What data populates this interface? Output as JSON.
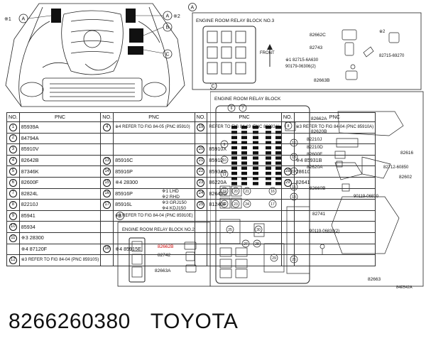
{
  "top_callouts": {
    "a_prefix": "※1",
    "a_letter": "A",
    "a2_prefix": "※2",
    "b_letter": "B",
    "c_letter": "C"
  },
  "box_a": {
    "letter": "A",
    "title": "ENGINE ROOM RELAY BLOCK NO.3",
    "front_label": "FRONT",
    "parts": [
      "82662C",
      "82743",
      "※1 82715-6A630",
      "90179-06306(2)",
      "82663B",
      "※2",
      "82715-69270"
    ]
  },
  "box_c": {
    "letter": "C",
    "title": "ENGINE ROOM RELAY BLOCK",
    "parts_left": [
      "82662A",
      "82620B",
      "82210J",
      "82210D",
      "82600F",
      "82620A",
      "82660B",
      "82741",
      "90119-06830(2)",
      "82663"
    ],
    "parts_right": [
      "82616",
      "82712-60850",
      "82602",
      "90119-06830"
    ],
    "fuse_numbers": [
      "6",
      "7",
      "9",
      "10",
      "11",
      "12",
      "13",
      "14",
      "15",
      "16",
      "17",
      "18",
      "19",
      "20",
      "21",
      "22",
      "23",
      "24",
      "25",
      "26",
      "27",
      "28",
      "29",
      "30",
      "8"
    ],
    "code": "84E542A"
  },
  "box_b": {
    "letter": "B",
    "title": "ENGINE ROOM RELAY BLOCK NO.2",
    "parts": [
      "82662B",
      "82742",
      "82663A"
    ]
  },
  "table": {
    "headers": [
      "NO.",
      "PNC",
      "NO.",
      "PNC",
      "NO.",
      "PNC",
      "NO.",
      "PNC"
    ],
    "rows": [
      [
        [
          "1",
          "85939A"
        ],
        [
          "4",
          "※4 REFER TO FIG 84-05 (PNC 85910)"
        ],
        [
          "19",
          "REFER TO FIG 84-19 (PNC 89293A)"
        ],
        [
          "",
          "※3 REFER TO FIG 84-04 (PNC 85910A)"
        ]
      ],
      [
        [
          "2",
          "84794A"
        ],
        [
          "",
          ""
        ],
        [
          "",
          ""
        ],
        [
          "",
          ""
        ]
      ],
      [
        [
          "3",
          "85910V"
        ],
        [
          "",
          ""
        ],
        [
          "20",
          "85910X"
        ],
        [
          "",
          ""
        ]
      ],
      [
        [
          "4",
          "82642B"
        ],
        [
          "13",
          "85916C"
        ],
        [
          "21",
          "85912"
        ],
        [
          "",
          "※4 85931B"
        ]
      ],
      [
        [
          "5",
          "87346K"
        ],
        [
          "14",
          "85916P"
        ],
        [
          "22",
          "85934A"
        ],
        [
          "28",
          "28610"
        ]
      ],
      [
        [
          "6",
          "82600F"
        ],
        [
          "15",
          "※4 28300"
        ],
        [
          "23",
          "86220A"
        ],
        [
          "29",
          "82641"
        ]
      ],
      [
        [
          "7",
          "82824L"
        ],
        [
          "16",
          "85916P"
        ],
        [
          "24",
          "82642G"
        ],
        [
          "",
          ""
        ]
      ],
      [
        [
          "8",
          "82210J"
        ],
        [
          "17",
          "85916L"
        ],
        [
          "25",
          "81240F"
        ],
        [
          "",
          ""
        ]
      ],
      [
        [
          "9",
          "85941"
        ],
        [
          "",
          "※3 REFER TO FIG 84-04 (PNC 85910E)"
        ],
        [
          "",
          ""
        ],
        [
          "",
          ""
        ]
      ],
      [
        [
          "10",
          "85934"
        ],
        [
          "",
          ""
        ],
        [
          "",
          ""
        ],
        [
          "",
          ""
        ]
      ],
      [
        [
          "11",
          "※3 28300"
        ],
        [
          "",
          ""
        ],
        [
          "",
          ""
        ],
        [
          "",
          ""
        ]
      ],
      [
        [
          "",
          "※4 87120F"
        ],
        [
          "18",
          "※4 85915E"
        ],
        [
          "",
          ""
        ],
        [
          "",
          ""
        ]
      ],
      [
        [
          "12",
          "※3 REFER TO FIG 84-04 (PNC 85910S)"
        ],
        [
          "",
          ""
        ],
        [
          "",
          ""
        ],
        [
          "",
          ""
        ]
      ]
    ],
    "notes": [
      "※1 LHD",
      "※2 RHD",
      "※3 GRJ150",
      "※4 KDJ150"
    ]
  },
  "footer": {
    "part_number": "8266260380",
    "brand": "TOYOTA"
  }
}
